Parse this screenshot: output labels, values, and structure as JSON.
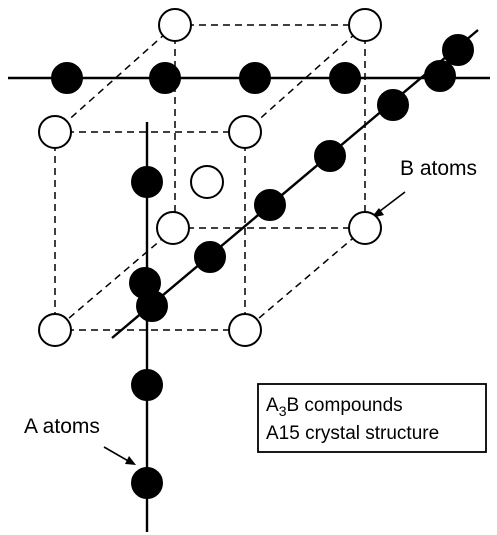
{
  "labels": {
    "b_atoms": "B atoms",
    "a_atoms": "A atoms"
  },
  "legend_box": {
    "line1_prefix": "A",
    "line1_sub": "3",
    "line1_suffix": "B compounds",
    "line2": "A15 crystal structure"
  },
  "colors": {
    "a_atom": "#000000",
    "b_atom": "#ffffff",
    "lines": "#000000"
  }
}
